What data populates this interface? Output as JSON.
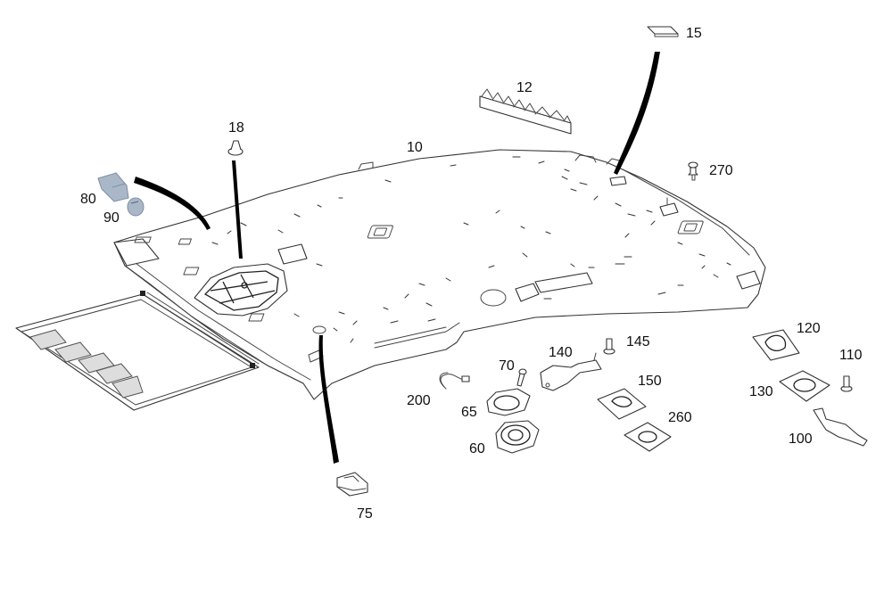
{
  "diagram": {
    "title": "Roof headliner assembly — exploded parts view",
    "accent_colors": {
      "line": "#333333",
      "highlight_parts": "#a9b7c9",
      "arrow": "#000000"
    },
    "callouts": [
      {
        "id": "10",
        "label": "10",
        "part": "headliner"
      },
      {
        "id": "12",
        "label": "12",
        "part": "foam-spacer-strip"
      },
      {
        "id": "15",
        "label": "15",
        "part": "pad"
      },
      {
        "id": "18",
        "label": "18",
        "part": "clip"
      },
      {
        "id": "270",
        "label": "270",
        "part": "push-clip"
      },
      {
        "id": "80",
        "label": "80",
        "part": "plug"
      },
      {
        "id": "90",
        "label": "90",
        "part": "cap"
      },
      {
        "id": "120",
        "label": "120",
        "part": "mount-plate"
      },
      {
        "id": "145",
        "label": "145",
        "part": "bolt"
      },
      {
        "id": "110",
        "label": "110",
        "part": "bolt"
      },
      {
        "id": "140",
        "label": "140",
        "part": "bracket"
      },
      {
        "id": "70",
        "label": "70",
        "part": "screw"
      },
      {
        "id": "150",
        "label": "150",
        "part": "mount-plate"
      },
      {
        "id": "130",
        "label": "130",
        "part": "frame"
      },
      {
        "id": "200",
        "label": "200",
        "part": "wiring-harness"
      },
      {
        "id": "65",
        "label": "65",
        "part": "housing"
      },
      {
        "id": "260",
        "label": "260",
        "part": "frame"
      },
      {
        "id": "100",
        "label": "100",
        "part": "bracket"
      },
      {
        "id": "60",
        "label": "60",
        "part": "lamp-cover"
      },
      {
        "id": "75",
        "label": "75",
        "part": "lamp"
      }
    ]
  }
}
